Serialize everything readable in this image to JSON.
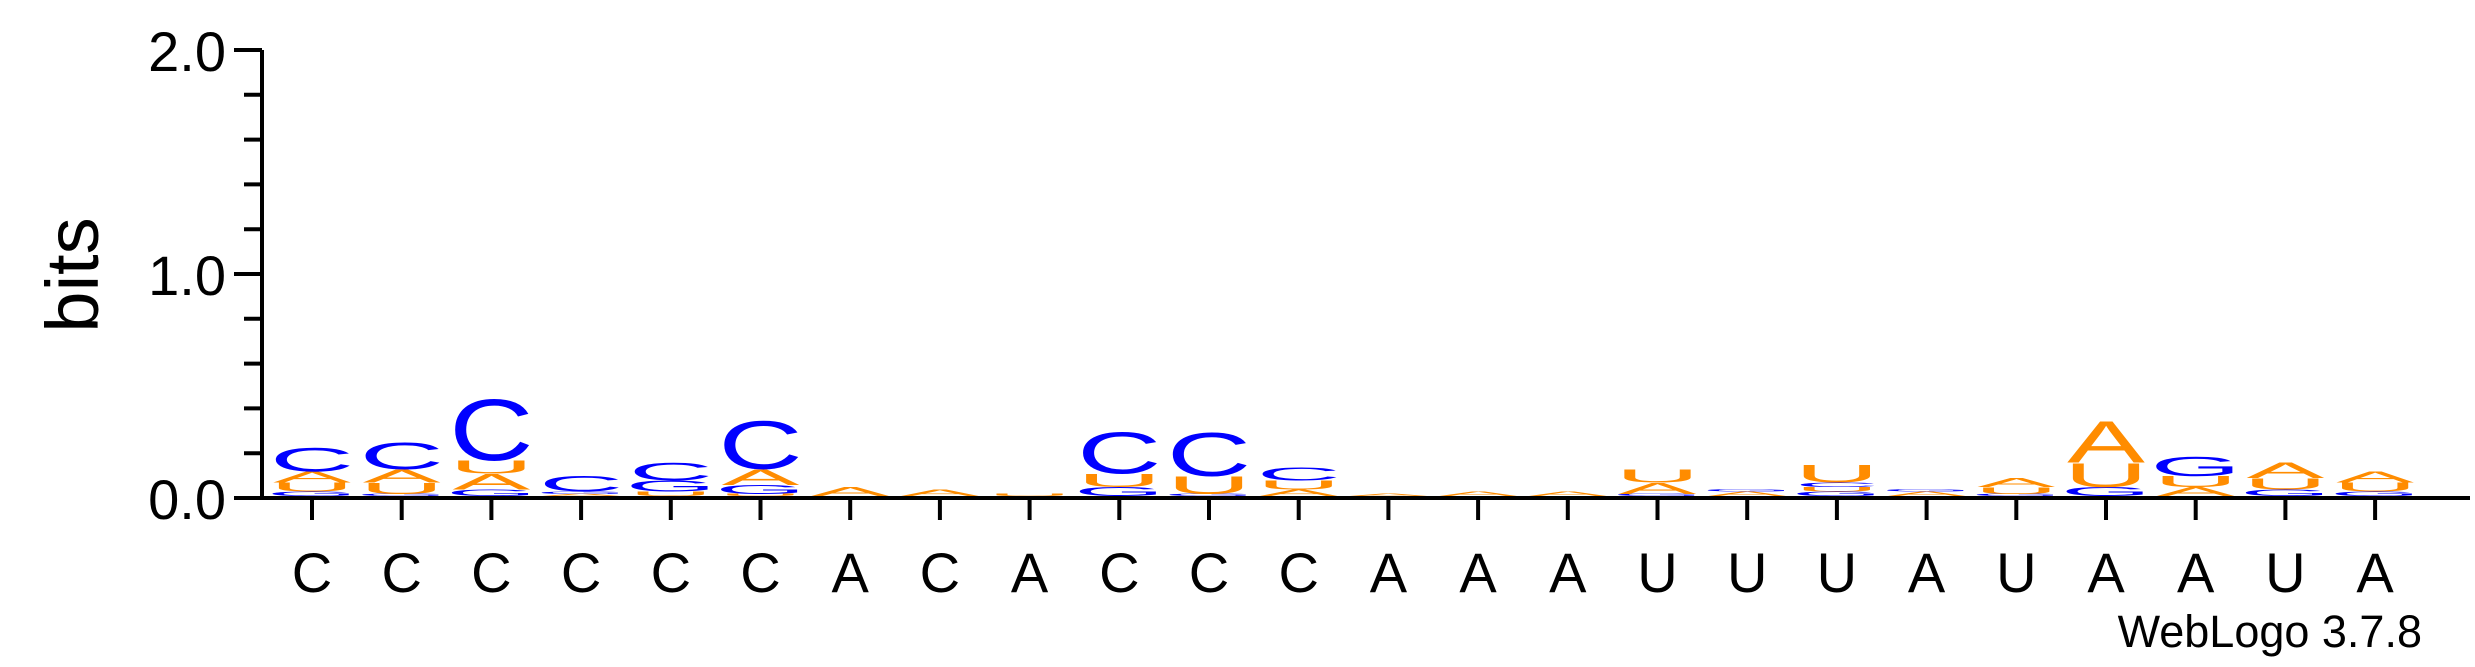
{
  "chart_data": {
    "type": "sequence-logo",
    "ylabel": "bits",
    "ylim": [
      0,
      2.0
    ],
    "y_ticks": [
      "0.0",
      "1.0",
      "2.0"
    ],
    "x_labels": [
      "C",
      "C",
      "C",
      "C",
      "C",
      "C",
      "A",
      "C",
      "A",
      "C",
      "C",
      "C",
      "A",
      "A",
      "A",
      "U",
      "U",
      "U",
      "A",
      "U",
      "A",
      "A",
      "U",
      "A"
    ],
    "colors": {
      "C": "#0000ff",
      "G": "#0000ff",
      "A": "#ff8c00",
      "U": "#ff8c00"
    },
    "positions": [
      [
        [
          "G",
          0.02
        ],
        [
          "U",
          0.04
        ],
        [
          "A",
          0.05
        ],
        [
          "C",
          0.11
        ]
      ],
      [
        [
          "G",
          0.01
        ],
        [
          "U",
          0.05
        ],
        [
          "A",
          0.06
        ],
        [
          "C",
          0.12
        ]
      ],
      [
        [
          "G",
          0.03
        ],
        [
          "A",
          0.07
        ],
        [
          "U",
          0.06
        ],
        [
          "C",
          0.28
        ]
      ],
      [
        [
          "A",
          0.01
        ],
        [
          "G",
          0.01
        ],
        [
          "C",
          0.07
        ]
      ],
      [
        [
          "U",
          0.02
        ],
        [
          "G",
          0.05
        ],
        [
          "C",
          0.08
        ]
      ],
      [
        [
          "U",
          0.01
        ],
        [
          "G",
          0.04
        ],
        [
          "A",
          0.07
        ],
        [
          "C",
          0.22
        ]
      ],
      [
        [
          "A",
          0.04
        ]
      ],
      [
        [
          "A",
          0.03
        ]
      ],
      [
        [
          "U",
          0.01
        ]
      ],
      [
        [
          "G",
          0.04
        ],
        [
          "U",
          0.06
        ],
        [
          "C",
          0.19
        ]
      ],
      [
        [
          "G",
          0.01
        ],
        [
          "U",
          0.08
        ],
        [
          "C",
          0.2
        ]
      ],
      [
        [
          "A",
          0.03
        ],
        [
          "U",
          0.04
        ],
        [
          "C",
          0.06
        ]
      ],
      [
        [
          "A",
          0.01
        ]
      ],
      [
        [
          "A",
          0.02
        ]
      ],
      [
        [
          "A",
          0.02
        ]
      ],
      [
        [
          "G",
          0.01
        ],
        [
          "A",
          0.05
        ],
        [
          "U",
          0.06
        ]
      ],
      [
        [
          "A",
          0.02
        ],
        [
          "G",
          0.01
        ]
      ],
      [
        [
          "G",
          0.02
        ],
        [
          "U",
          0.02
        ],
        [
          "C",
          0.02
        ],
        [
          "U",
          0.08
        ]
      ],
      [
        [
          "A",
          0.02
        ],
        [
          "G",
          0.01
        ]
      ],
      [
        [
          "G",
          0.01
        ],
        [
          "U",
          0.03
        ],
        [
          "A",
          0.04
        ]
      ],
      [
        [
          "G",
          0.04
        ],
        [
          "U",
          0.11
        ],
        [
          "A",
          0.19
        ]
      ],
      [
        [
          "A",
          0.04
        ],
        [
          "U",
          0.05
        ],
        [
          "G",
          0.09
        ]
      ],
      [
        [
          "G",
          0.03
        ],
        [
          "U",
          0.05
        ],
        [
          "A",
          0.07
        ]
      ],
      [
        [
          "G",
          0.02
        ],
        [
          "U",
          0.04
        ],
        [
          "A",
          0.05
        ]
      ]
    ]
  },
  "credit": "WebLogo 3.7.8"
}
